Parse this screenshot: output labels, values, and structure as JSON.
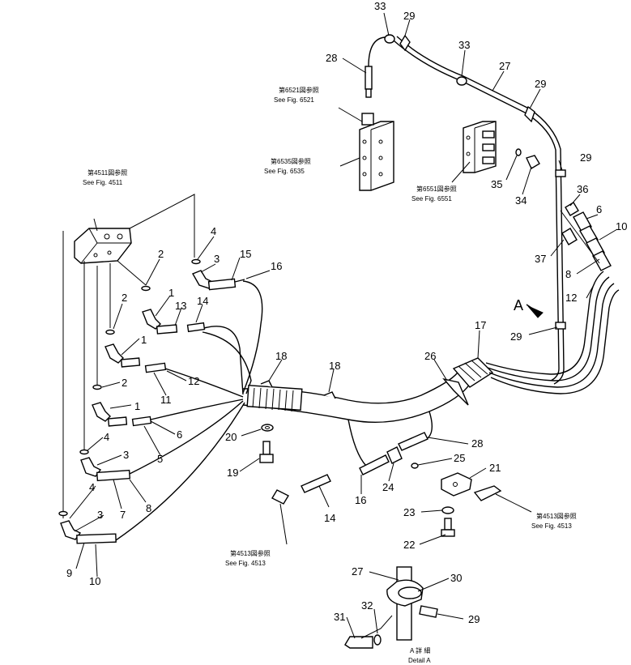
{
  "callouts": [
    {
      "id": "c33a",
      "label": "33"
    },
    {
      "id": "c29a",
      "label": "29"
    },
    {
      "id": "c33b",
      "label": "33"
    },
    {
      "id": "c27a",
      "label": "27"
    },
    {
      "id": "c29b",
      "label": "29"
    },
    {
      "id": "c28a",
      "label": "28"
    },
    {
      "id": "c29c",
      "label": "29"
    },
    {
      "id": "c35",
      "label": "35"
    },
    {
      "id": "c34",
      "label": "34"
    },
    {
      "id": "c36",
      "label": "36"
    },
    {
      "id": "c6a",
      "label": "6"
    },
    {
      "id": "c10a",
      "label": "10"
    },
    {
      "id": "c37",
      "label": "37"
    },
    {
      "id": "c8a",
      "label": "8"
    },
    {
      "id": "c12a",
      "label": "12"
    },
    {
      "id": "c29d",
      "label": "29"
    },
    {
      "id": "c4a",
      "label": "4"
    },
    {
      "id": "c2a",
      "label": "2"
    },
    {
      "id": "c3a",
      "label": "3"
    },
    {
      "id": "c15",
      "label": "15"
    },
    {
      "id": "c16a",
      "label": "16"
    },
    {
      "id": "c1a",
      "label": "1"
    },
    {
      "id": "c13",
      "label": "13"
    },
    {
      "id": "c14a",
      "label": "14"
    },
    {
      "id": "c2b",
      "label": "2"
    },
    {
      "id": "c1b",
      "label": "1"
    },
    {
      "id": "c17",
      "label": "17"
    },
    {
      "id": "c18a",
      "label": "18"
    },
    {
      "id": "c18b",
      "label": "18"
    },
    {
      "id": "c26",
      "label": "26"
    },
    {
      "id": "c2c",
      "label": "2"
    },
    {
      "id": "c12b",
      "label": "12"
    },
    {
      "id": "c11",
      "label": "11"
    },
    {
      "id": "c1c",
      "label": "1"
    },
    {
      "id": "c6b",
      "label": "6"
    },
    {
      "id": "c5",
      "label": "5"
    },
    {
      "id": "c4b",
      "label": "4"
    },
    {
      "id": "c20",
      "label": "20"
    },
    {
      "id": "c28b",
      "label": "28"
    },
    {
      "id": "c3b",
      "label": "3"
    },
    {
      "id": "c19",
      "label": "19"
    },
    {
      "id": "c25",
      "label": "25"
    },
    {
      "id": "c21",
      "label": "21"
    },
    {
      "id": "c4c",
      "label": "4"
    },
    {
      "id": "c7",
      "label": "7"
    },
    {
      "id": "c8b",
      "label": "8"
    },
    {
      "id": "c16b",
      "label": "16"
    },
    {
      "id": "c24",
      "label": "24"
    },
    {
      "id": "c14b",
      "label": "14"
    },
    {
      "id": "c23",
      "label": "23"
    },
    {
      "id": "c3c",
      "label": "3"
    },
    {
      "id": "c22",
      "label": "22"
    },
    {
      "id": "c9",
      "label": "9"
    },
    {
      "id": "c10b",
      "label": "10"
    },
    {
      "id": "c27b",
      "label": "27"
    },
    {
      "id": "c30",
      "label": "30"
    },
    {
      "id": "c32",
      "label": "32"
    },
    {
      "id": "c31",
      "label": "31"
    },
    {
      "id": "c29e",
      "label": "29"
    }
  ],
  "references": {
    "fig6521_jp": "第6521図参照",
    "fig6521": "See Fig. 6521",
    "fig6535_jp": "第6535図参照",
    "fig6535": "See Fig. 6535",
    "fig6551_jp": "第6551図参照",
    "fig6551": "See Fig. 6551",
    "fig4511_jp": "第4511図参照",
    "fig4511": "See Fig. 4511",
    "fig4513a_jp": "第4513図参照",
    "fig4513a": "See Fig. 4513",
    "fig4513b_jp": "第4513図参照",
    "fig4513b": "See Fig. 4513"
  },
  "detail": {
    "view_marker": "A",
    "title_jp": "A 詳 細",
    "title": "Detail A"
  }
}
